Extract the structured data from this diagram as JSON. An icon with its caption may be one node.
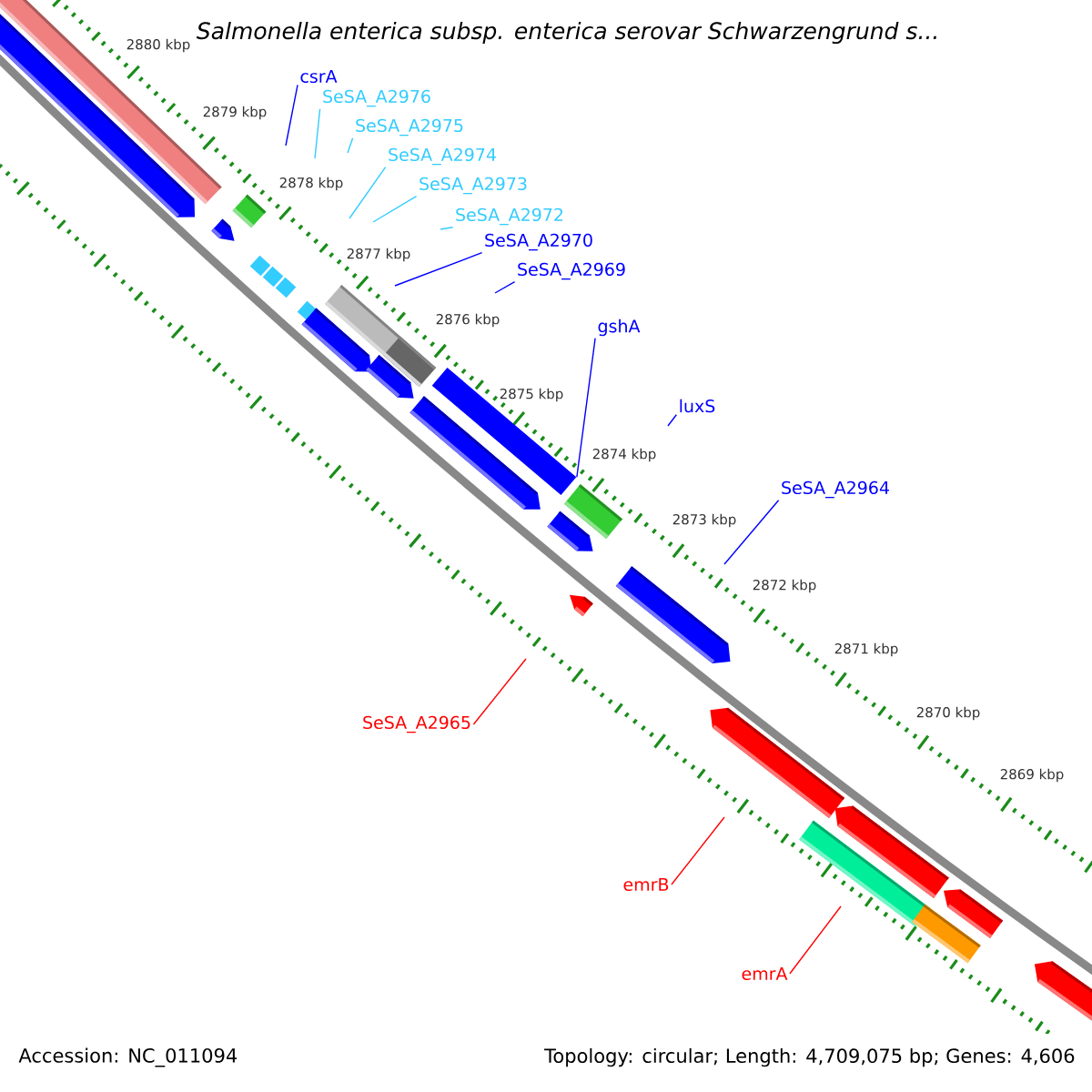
{
  "diagram": {
    "title": "Salmonella enterica subsp. enterica serovar Schwarzengrund s...",
    "nodes": [
      {
        "text": [
          "csrA"
        ]
      },
      {
        "text": [
          "SeSA_A2976"
        ]
      },
      {
        "text": [
          "SeSA_A2975"
        ]
      },
      {
        "text": [
          "SeSA_A2974"
        ]
      },
      {
        "text": [
          "SeSA_A2973"
        ]
      },
      {
        "text": [
          "SeSA_A2972"
        ]
      },
      {
        "text": [
          "SeSA_A2970"
        ]
      },
      {
        "text": [
          "SeSA_A2969"
        ]
      },
      {
        "text": [
          "gshA"
        ]
      },
      {
        "text": [
          "luxS"
        ]
      },
      {
        "text": [
          "SeSA_A2964"
        ]
      },
      {
        "text": [
          "SeSA_A2965"
        ]
      },
      {
        "text": [
          "emrB"
        ]
      },
      {
        "text": [
          "emrA"
        ]
      },
      {
        "text": [],
        "shape": "bar"
      }
    ],
    "edges": [
      {
        "from": 0,
        "to": null,
        "arrow": "none"
      },
      {
        "from": 1,
        "to": null,
        "arrow": "none",
        "color": "#33ccff"
      },
      {
        "from": 2,
        "to": null,
        "arrow": "none",
        "color": "#33ccff"
      },
      {
        "from": 3,
        "to": null,
        "arrow": "none",
        "color": "#33ccff"
      },
      {
        "from": 4,
        "to": null,
        "arrow": "none",
        "color": "#33ccff"
      },
      {
        "from": 5,
        "to": null,
        "arrow": "none",
        "color": "#33ccff"
      },
      {
        "from": 6,
        "to": null,
        "arrow": "none"
      },
      {
        "from": 7,
        "to": null,
        "arrow": "none"
      },
      {
        "from": 8,
        "to": 14,
        "arrow": "none"
      },
      {
        "from": 9,
        "to": null,
        "arrow": "none"
      },
      {
        "from": 10,
        "to": null,
        "arrow": "none"
      },
      {
        "from": 11,
        "to": null,
        "arrow": "none",
        "color": "#ff0000"
      },
      {
        "from": 12,
        "to": null,
        "arrow": "none",
        "color": "#ff0000"
      },
      {
        "from": 13,
        "to": null,
        "arrow": "none",
        "color": "#ff0000"
      }
    ],
    "labels": [
      "2880 kbp",
      "2879 kbp",
      "2878 kbp",
      "2877 kbp",
      "2876 kbp",
      "2875 kbp",
      "2874 kbp",
      "2873 kbp",
      "2872 kbp",
      "2871 kbp",
      "2870 kbp",
      "2869 kbp",
      "Accession: NC_011094",
      "Topology: circular; Length: 4,709,075 bp; Genes: 4,606"
    ]
  }
}
